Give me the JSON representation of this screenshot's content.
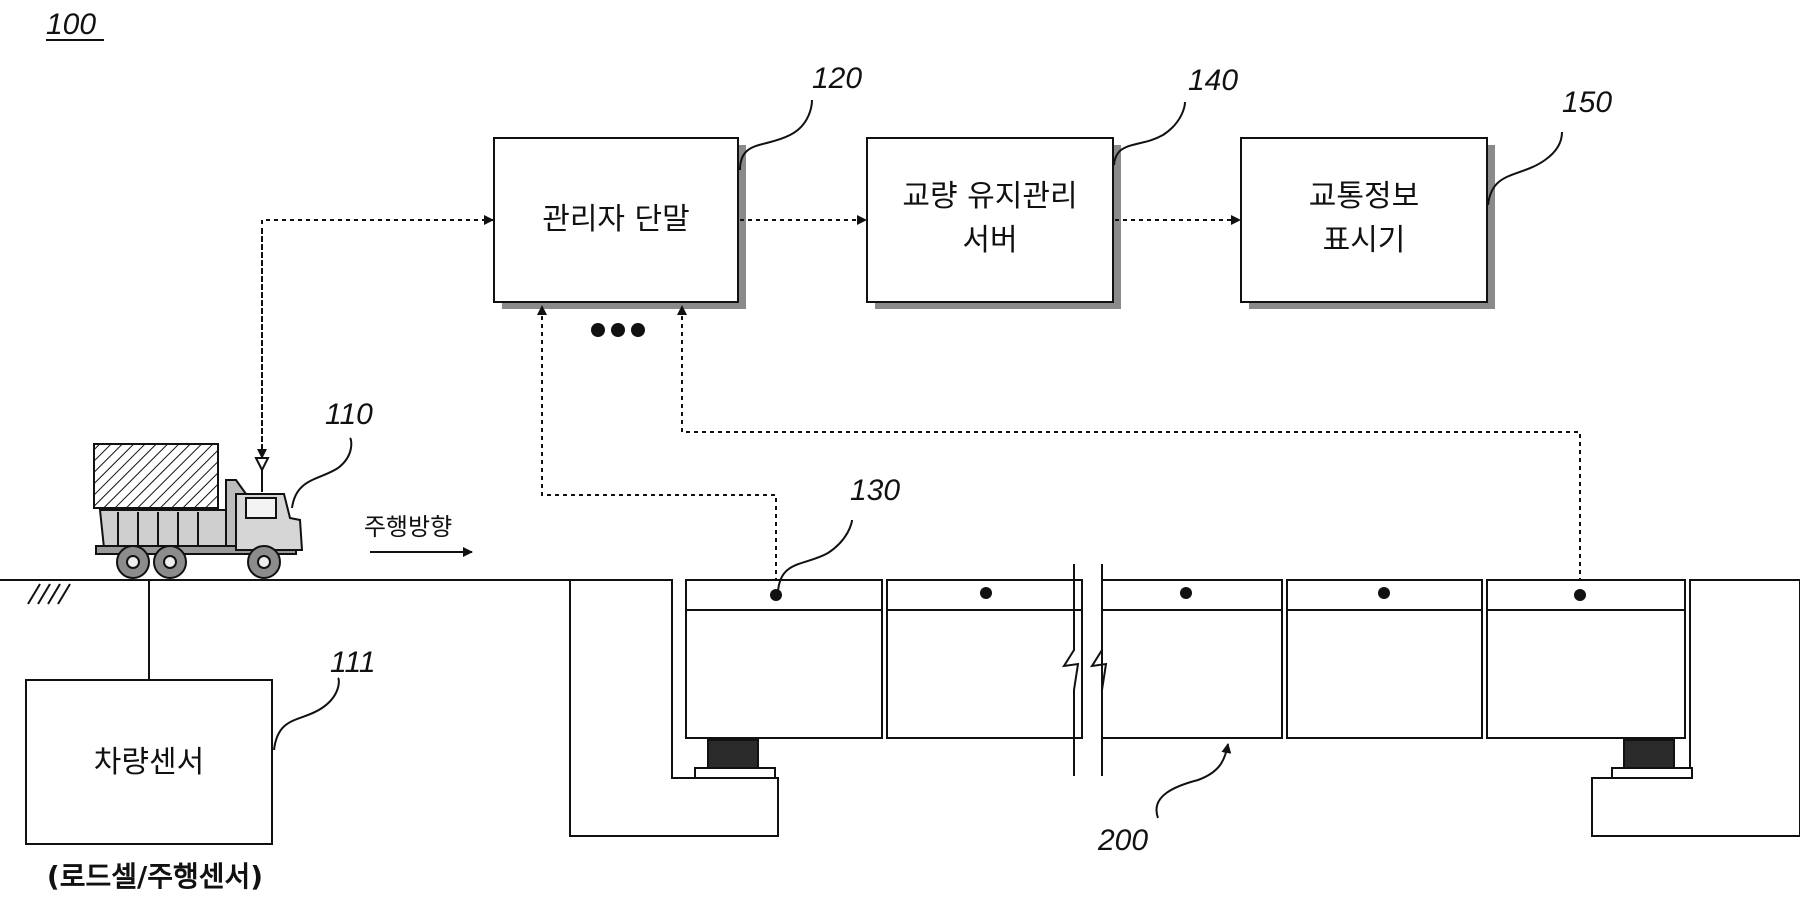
{
  "figure_ref": "100",
  "blocks": {
    "manager_terminal": {
      "ref": "120",
      "lines": [
        "관리자 단말"
      ]
    },
    "maintenance_server": {
      "ref": "140",
      "lines": [
        "교량 유지관리",
        "서버"
      ]
    },
    "traffic_display": {
      "ref": "150",
      "lines": [
        "교통정보",
        "표시기"
      ]
    },
    "vehicle_sensor": {
      "ref": "111",
      "lines": [
        "차량센서"
      ],
      "caption": "(로드셀/주행센서)"
    }
  },
  "vehicle": {
    "ref": "110"
  },
  "bridge_sensor": {
    "ref": "130"
  },
  "bridge": {
    "ref": "200"
  },
  "direction_label": "주행방향",
  "colors": {
    "line": "#111111",
    "shadow": "#8a8a8a",
    "background": "#ffffff"
  }
}
